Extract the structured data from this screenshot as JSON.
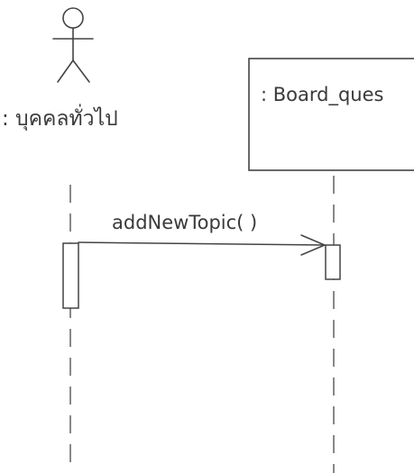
{
  "diagram": {
    "actor": {
      "label": ": บุคคลทั่วไป"
    },
    "object": {
      "label": ": Board_ques"
    },
    "message": {
      "label": "addNewTopic( )"
    }
  }
}
